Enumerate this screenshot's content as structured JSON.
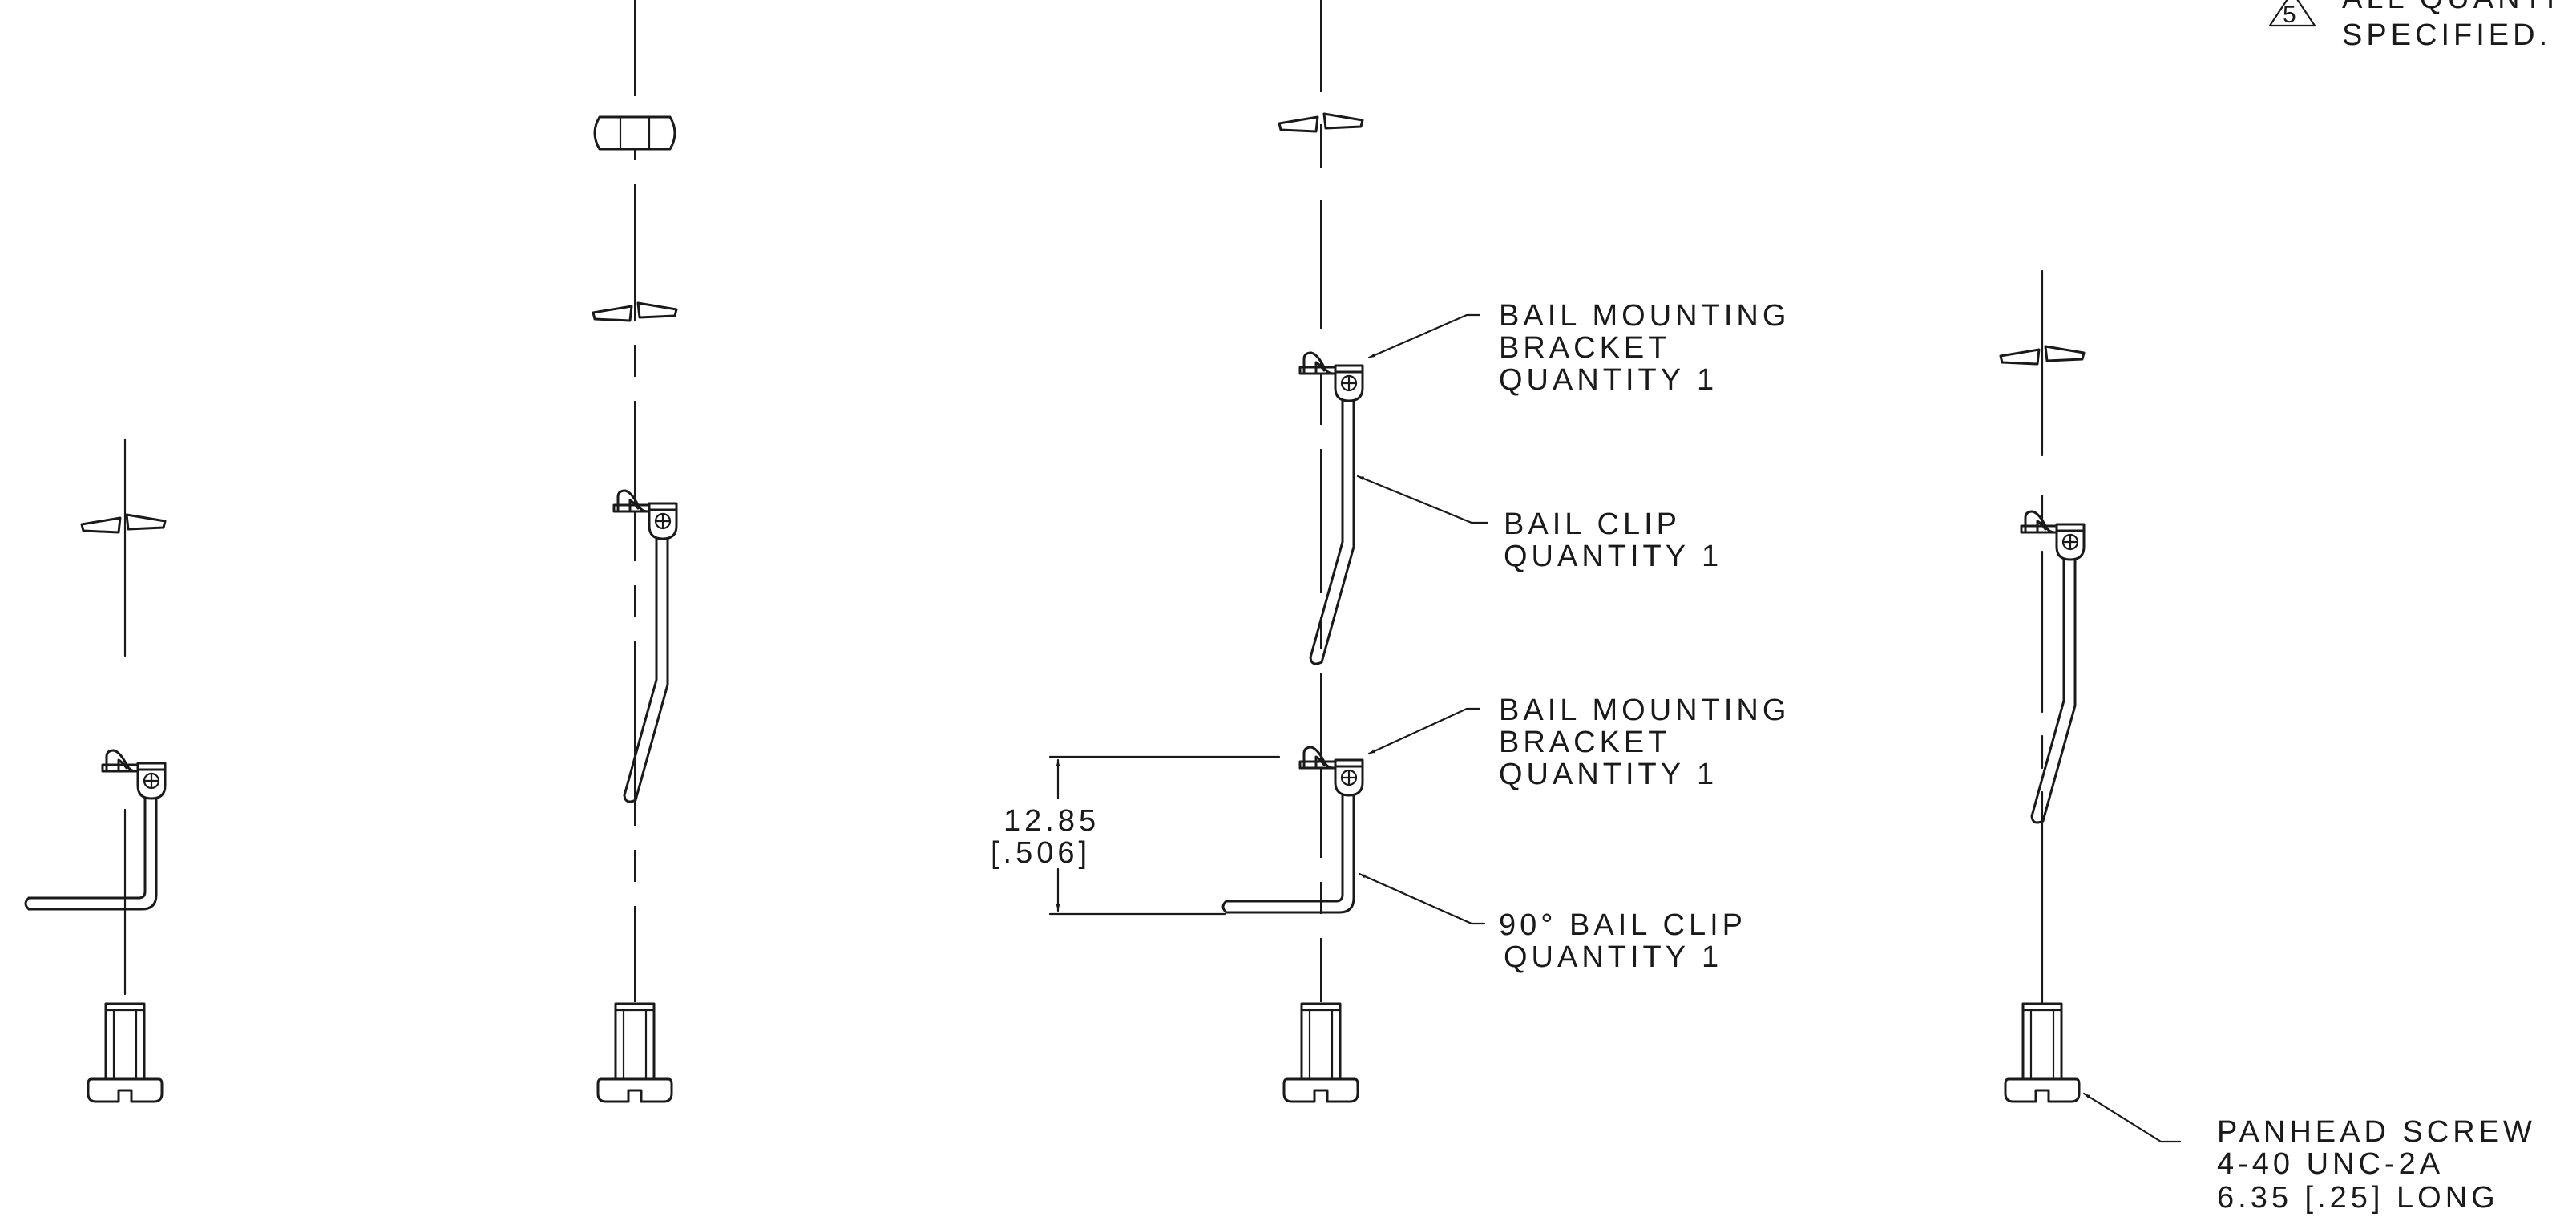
{
  "note": {
    "number": "5",
    "line1": "ALL QUANTITI",
    "line2": "SPECIFIED."
  },
  "callouts": {
    "bracket_top": {
      "line1": "BAIL MOUNTING",
      "line2": "BRACKET",
      "line3": "QUANTITY 1"
    },
    "bail_clip": {
      "line1": "BAIL CLIP",
      "line2": "QUANTITY 1"
    },
    "bracket_bottom": {
      "line1": "BAIL MOUNTING",
      "line2": "BRACKET",
      "line3": "QUANTITY 1"
    },
    "clip_90": {
      "line1": "90° BAIL CLIP",
      "line2": "QUANTITY 1"
    },
    "screw": {
      "line1": "PANHEAD SCREW",
      "line2": "4-40 UNC-2A",
      "line3": "6.35 [.25] LONG"
    }
  },
  "dimension": {
    "metric": "12.85",
    "imperial": "[.506]"
  }
}
